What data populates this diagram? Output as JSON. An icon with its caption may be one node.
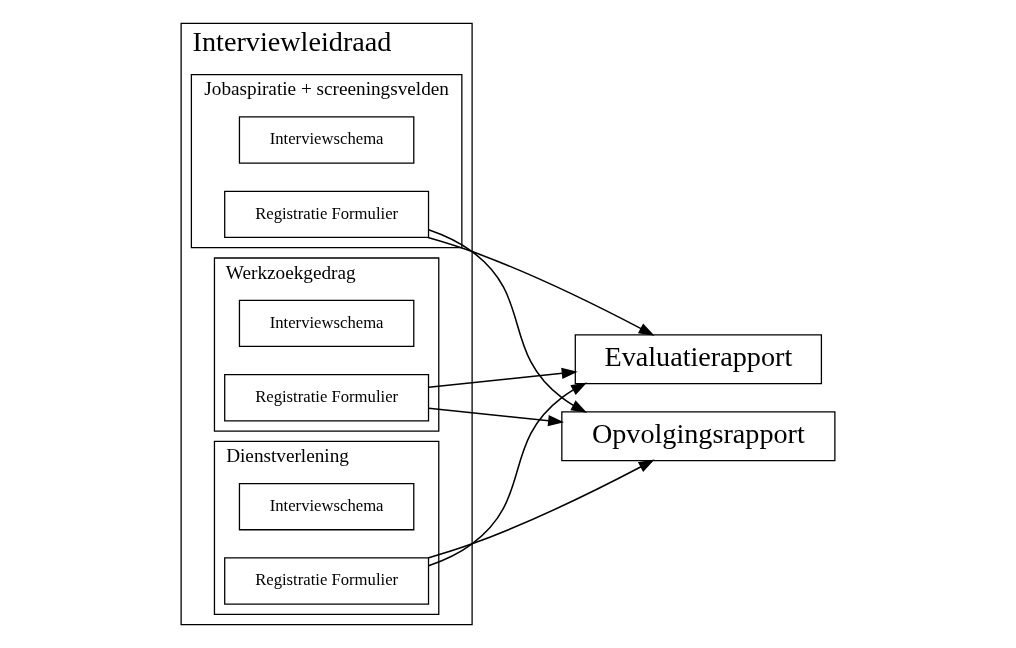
{
  "diagram": {
    "nodes": [
      {
        "text": [
          "Interviewleidraad"
        ]
      },
      {
        "text": [
          "Jobaspiratie + screeningsvelden"
        ],
        "in": 0
      },
      {
        "text": [
          "Interviewschema"
        ],
        "in": 1
      },
      {
        "text": [
          "Registratie Formulier"
        ],
        "in": 1
      },
      {
        "text": [
          "Werkzoekgedrag"
        ],
        "in": 0
      },
      {
        "text": [
          "Interviewschema"
        ],
        "in": 4
      },
      {
        "text": [
          "Registratie Formulier"
        ],
        "in": 4
      },
      {
        "text": [
          "Dienstverlening"
        ],
        "in": 0
      },
      {
        "text": [
          "Interviewschema"
        ],
        "in": 7
      },
      {
        "text": [
          "Registratie Formulier"
        ],
        "in": 7
      },
      {
        "text": [
          "Evaluatierapport"
        ]
      },
      {
        "text": [
          "Opvolgingsrapport"
        ]
      }
    ],
    "edges": [
      {
        "from": 3,
        "to": 10,
        "arrow": "to"
      },
      {
        "from": 3,
        "to": 11,
        "arrow": "to"
      },
      {
        "from": 6,
        "to": 10,
        "arrow": "to"
      },
      {
        "from": 6,
        "to": 11,
        "arrow": "to"
      },
      {
        "from": 9,
        "to": 10,
        "arrow": "to"
      },
      {
        "from": 9,
        "to": 11,
        "arrow": "to"
      }
    ]
  }
}
